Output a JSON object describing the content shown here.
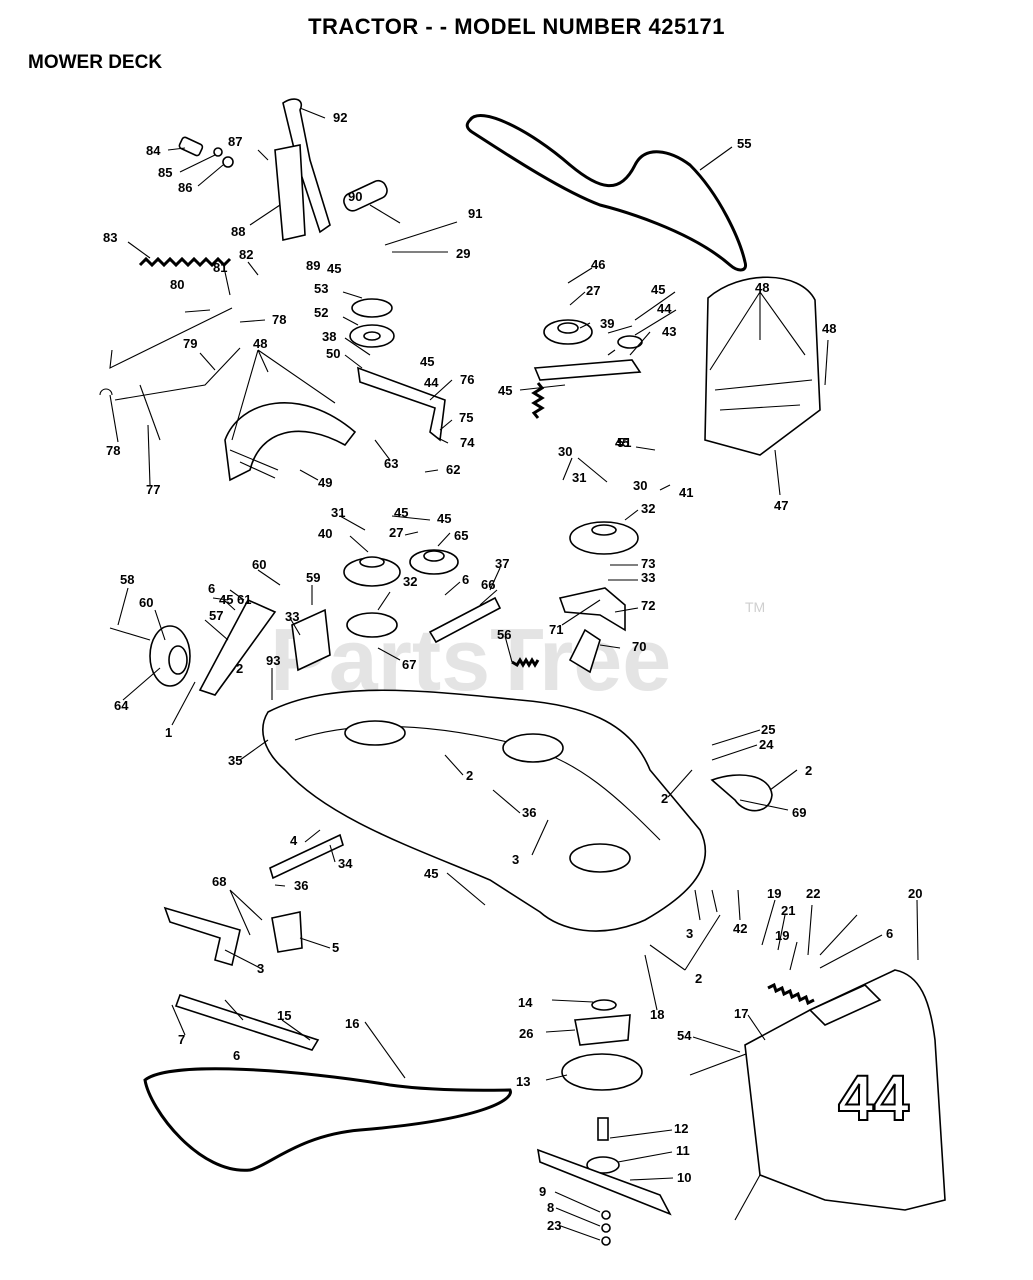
{
  "header": {
    "title": "TRACTOR - - MODEL NUMBER 425171",
    "subtitle": "MOWER DECK"
  },
  "watermark": {
    "text": "PartsTree",
    "tm": "TM"
  },
  "decal_text": "44",
  "callouts": [
    "92",
    "84",
    "87",
    "85",
    "86",
    "88",
    "90",
    "91",
    "29",
    "89",
    "83",
    "81",
    "82",
    "45",
    "53",
    "80",
    "78",
    "52",
    "38",
    "50",
    "79",
    "48",
    "78",
    "77",
    "49",
    "63",
    "76",
    "75",
    "74",
    "62",
    "55",
    "46",
    "27",
    "39",
    "45",
    "44",
    "43",
    "45",
    "51",
    "45",
    "44",
    "48",
    "48",
    "47",
    "30",
    "31",
    "30",
    "45",
    "41",
    "32",
    "73",
    "33",
    "72",
    "71",
    "70",
    "56",
    "31",
    "45",
    "27",
    "65",
    "40",
    "45",
    "37",
    "66",
    "32",
    "6",
    "60",
    "6",
    "45",
    "59",
    "58",
    "60",
    "57",
    "61",
    "33",
    "67",
    "2",
    "93",
    "64",
    "1",
    "35",
    "2",
    "25",
    "24",
    "2",
    "2",
    "69",
    "36",
    "4",
    "34",
    "3",
    "36",
    "45",
    "68",
    "5",
    "3",
    "3",
    "42",
    "2",
    "19",
    "21",
    "22",
    "20",
    "19",
    "6",
    "7",
    "6",
    "15",
    "14",
    "26",
    "18",
    "17",
    "54",
    "16",
    "13",
    "12",
    "11",
    "10",
    "9",
    "8",
    "23"
  ],
  "colors": {
    "ink": "#000000",
    "paper": "#ffffff",
    "watermark": "#cfcfcf"
  }
}
